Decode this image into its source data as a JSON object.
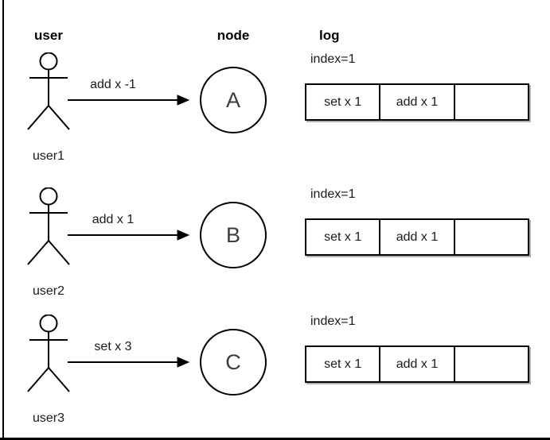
{
  "headers": {
    "user": "user",
    "node": "node",
    "log": "log"
  },
  "rows": [
    {
      "user_label": "user1",
      "message": "add x -1",
      "node_label": "A",
      "index_label": "index=1",
      "log_cells": [
        "set x 1",
        "add x 1",
        ""
      ]
    },
    {
      "user_label": "user2",
      "message": "add x 1",
      "node_label": "B",
      "index_label": "index=1",
      "log_cells": [
        "set x 1",
        "add x 1",
        ""
      ]
    },
    {
      "user_label": "user3",
      "message": "set x 3",
      "node_label": "C",
      "index_label": "index=1",
      "log_cells": [
        "set x 1",
        "add x 1",
        ""
      ]
    }
  ],
  "colors": {
    "stroke": "#000000",
    "text": "#1a1a1a",
    "background": "#ffffff"
  }
}
